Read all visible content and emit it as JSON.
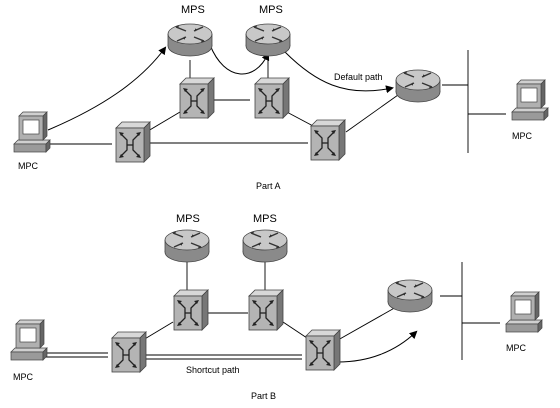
{
  "part_a": {
    "mps_left": "MPS",
    "mps_right": "MPS",
    "mpc_left": "MPC",
    "mpc_right": "MPC",
    "path_label": "Default path",
    "caption": "Part A"
  },
  "part_b": {
    "mps_left": "MPS",
    "mps_right": "MPS",
    "mpc_left": "MPC",
    "mpc_right": "MPC",
    "path_label": "Shortcut path",
    "caption": "Part B"
  },
  "colors": {
    "device_body": "#b9b9b9",
    "device_dark": "#6e6e6e",
    "line": "#000000",
    "screen": "#ffffff"
  },
  "icons": {
    "router": "router-icon",
    "switch": "atm-switch-icon",
    "client": "workstation-icon"
  }
}
